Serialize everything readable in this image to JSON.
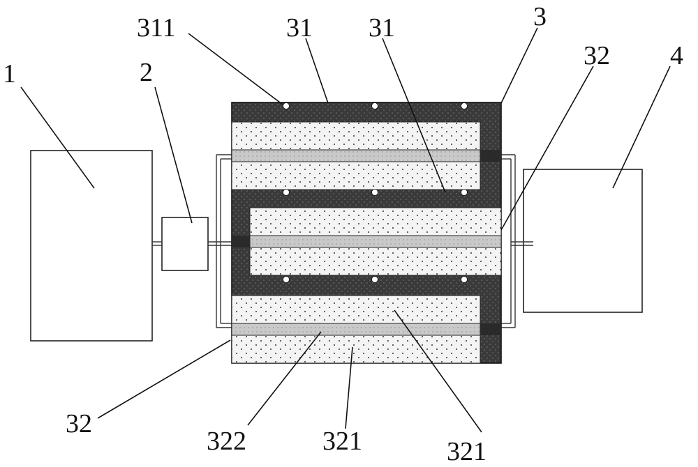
{
  "labels": {
    "l1": "1",
    "l2": "2",
    "l3": "3",
    "l4": "4",
    "l31a": "31",
    "l31b": "31",
    "l311": "311",
    "l32top": "32",
    "l32left": "32",
    "l322": "322",
    "l321a": "321",
    "l321b": "321"
  },
  "colors": {
    "frame": "#3a3a3a",
    "porous_fill": "#f4f4f4",
    "porous_dot": "#333333",
    "membrane": "#c9c9c9",
    "hole": "#ffffff"
  }
}
